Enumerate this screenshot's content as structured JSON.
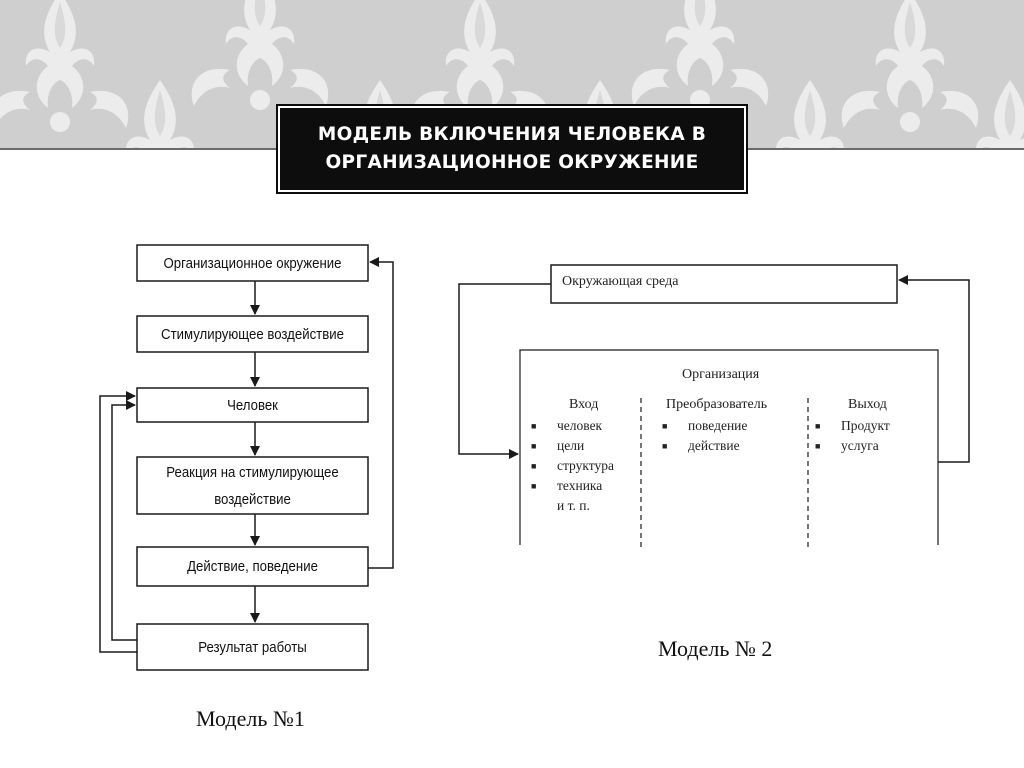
{
  "slide": {
    "title": "МОДЕЛЬ ВКЛЮЧЕНИЯ ЧЕЛОВЕКА В ОРГАНИЗАЦИОННОЕ ОКРУЖЕНИЕ"
  },
  "model1": {
    "caption": "Модель №1",
    "steps": [
      {
        "label": "Организационное окружение"
      },
      {
        "label": "Стимулирующее воздействие"
      },
      {
        "label": "Человек"
      },
      {
        "label": "Реакция на стимулирующее воздействие"
      },
      {
        "label": "Действие, поведение"
      },
      {
        "label": "Результат работы"
      }
    ]
  },
  "model2": {
    "caption": "Модель № 2",
    "environment": "Окружающая среда",
    "organization": "Организация",
    "columns": [
      {
        "header": "Вход",
        "items": [
          "человек",
          "цели",
          "структура",
          "техника"
        ],
        "continuation": "и т. п."
      },
      {
        "header": "Преобразователь",
        "items": [
          "поведение",
          "действие"
        ]
      },
      {
        "header": "Выход",
        "items": [
          "Продукт",
          "услуга"
        ]
      }
    ]
  },
  "colors": {
    "title_bg": "#0d0d0d",
    "title_text": "#ffffff",
    "header_band": "#cfcfcf",
    "line": "#1a1a1a"
  }
}
